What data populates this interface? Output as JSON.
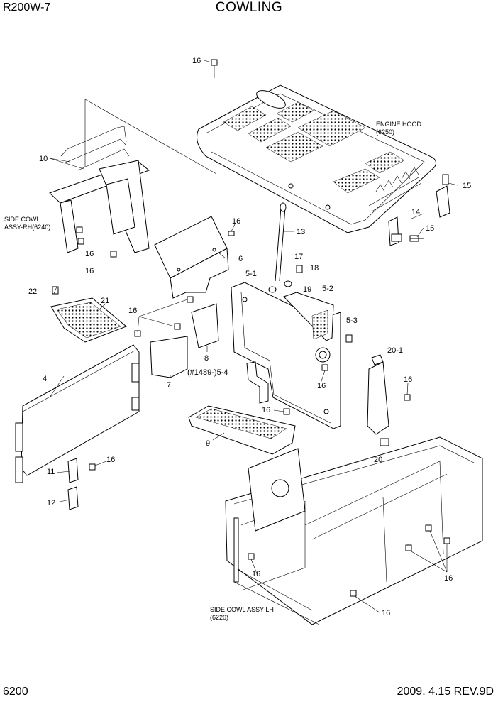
{
  "header": {
    "model": "R200W-7",
    "title": "COWLING"
  },
  "footer": {
    "page": "6200",
    "date_rev": "2009. 4.15  REV.9D"
  },
  "annotations": {
    "engine_hood": [
      "ENGINE HOOD",
      "(6250)"
    ],
    "side_cowl_rh": [
      "SIDE COWL",
      "ASSY-RH(6240)"
    ],
    "side_cowl_lh": [
      "SIDE COWL ASSY-LH",
      "(6220)"
    ]
  },
  "callouts": {
    "c16a": "16",
    "c16b": "16",
    "c16c": "16",
    "c16d": "16",
    "c16e": "16",
    "c16f": "16",
    "c16g": "16",
    "c16h": "16",
    "c16i": "16",
    "c16j": "16",
    "c16k": "16",
    "c16l": "16",
    "c15a": "15",
    "c15b": "15",
    "c14": "14",
    "c13": "13",
    "c6": "6",
    "c17": "17",
    "c18": "18",
    "c19": "19",
    "c5_1": "5-1",
    "c5_2": "5-2",
    "c5_3": "5-3",
    "c5_4": "(#1489-)5-4",
    "c20_1": "20-1",
    "c20": "20",
    "c22": "22",
    "c21": "21",
    "c10": "10",
    "c8": "8",
    "c7": "7",
    "c4": "4",
    "c9": "9",
    "c11": "11",
    "c12": "12"
  }
}
